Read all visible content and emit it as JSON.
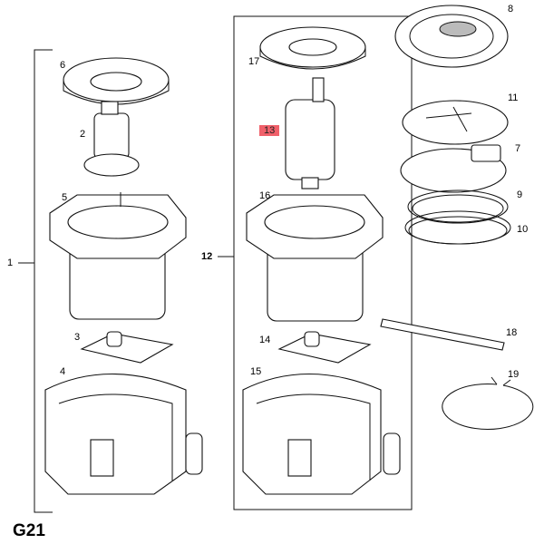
{
  "diagram_code": "G21",
  "callouts": {
    "c1": "1",
    "c2": "2",
    "c3": "3",
    "c4": "4",
    "c5": "5",
    "c6": "6",
    "c7": "7",
    "c8": "8",
    "c9": "9",
    "c10": "10",
    "c11": "11",
    "c12": "12",
    "c13": "13",
    "c14": "14",
    "c15": "15",
    "c16": "16",
    "c17": "17",
    "c18": "18",
    "c19": "19"
  },
  "highlight_color": "#f0606a"
}
